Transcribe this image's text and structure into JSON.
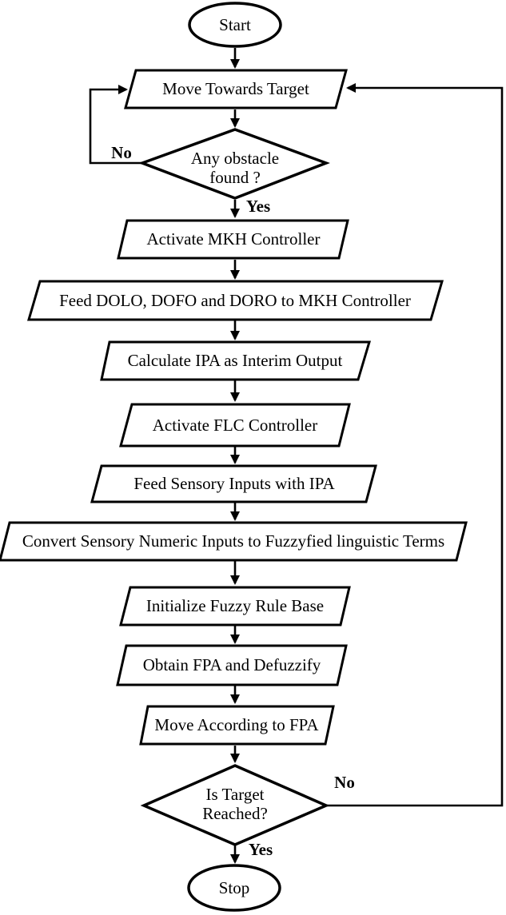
{
  "figure": {
    "type": "flowchart",
    "background": "#ffffff",
    "line_color": "#000000",
    "shape_fill": "#ffffff"
  },
  "nodes": {
    "start": {
      "shape": "terminator",
      "label": "Start"
    },
    "move_towards_target": {
      "shape": "parallelogram",
      "label": "Move Towards Target"
    },
    "any_obstacle_found": {
      "shape": "decision",
      "line1": "Any obstacle",
      "line2": "found ?"
    },
    "activate_mkh_controller": {
      "shape": "parallelogram",
      "label": "Activate MKH Controller"
    },
    "feed_dolo_dofo_doro": {
      "shape": "parallelogram",
      "label": "Feed DOLO, DOFO and DORO to MKH Controller"
    },
    "calculate_ipa": {
      "shape": "parallelogram",
      "label": "Calculate IPA as Interim Output"
    },
    "activate_flc_controller": {
      "shape": "parallelogram",
      "label": "Activate FLC Controller"
    },
    "feed_sensory_inputs": {
      "shape": "parallelogram",
      "label": "Feed Sensory Inputs with IPA"
    },
    "convert_sensory_inputs": {
      "shape": "parallelogram",
      "label": "Convert Sensory Numeric Inputs to Fuzzyfied linguistic Terms"
    },
    "initialize_fuzzy_rule_base": {
      "shape": "parallelogram",
      "label": "Initialize Fuzzy Rule Base"
    },
    "obtain_fpa_and_defuzzify": {
      "shape": "parallelogram",
      "label": "Obtain FPA and Defuzzify"
    },
    "move_according_to_fpa": {
      "shape": "parallelogram",
      "label": "Move According to FPA"
    },
    "is_target_reached": {
      "shape": "decision",
      "line1": "Is Target",
      "line2": "Reached?"
    },
    "stop": {
      "shape": "terminator",
      "label": "Stop"
    }
  },
  "edge_labels": {
    "obstacle_no": "No",
    "obstacle_yes": "Yes",
    "target_no": "No",
    "target_yes": "Yes"
  }
}
